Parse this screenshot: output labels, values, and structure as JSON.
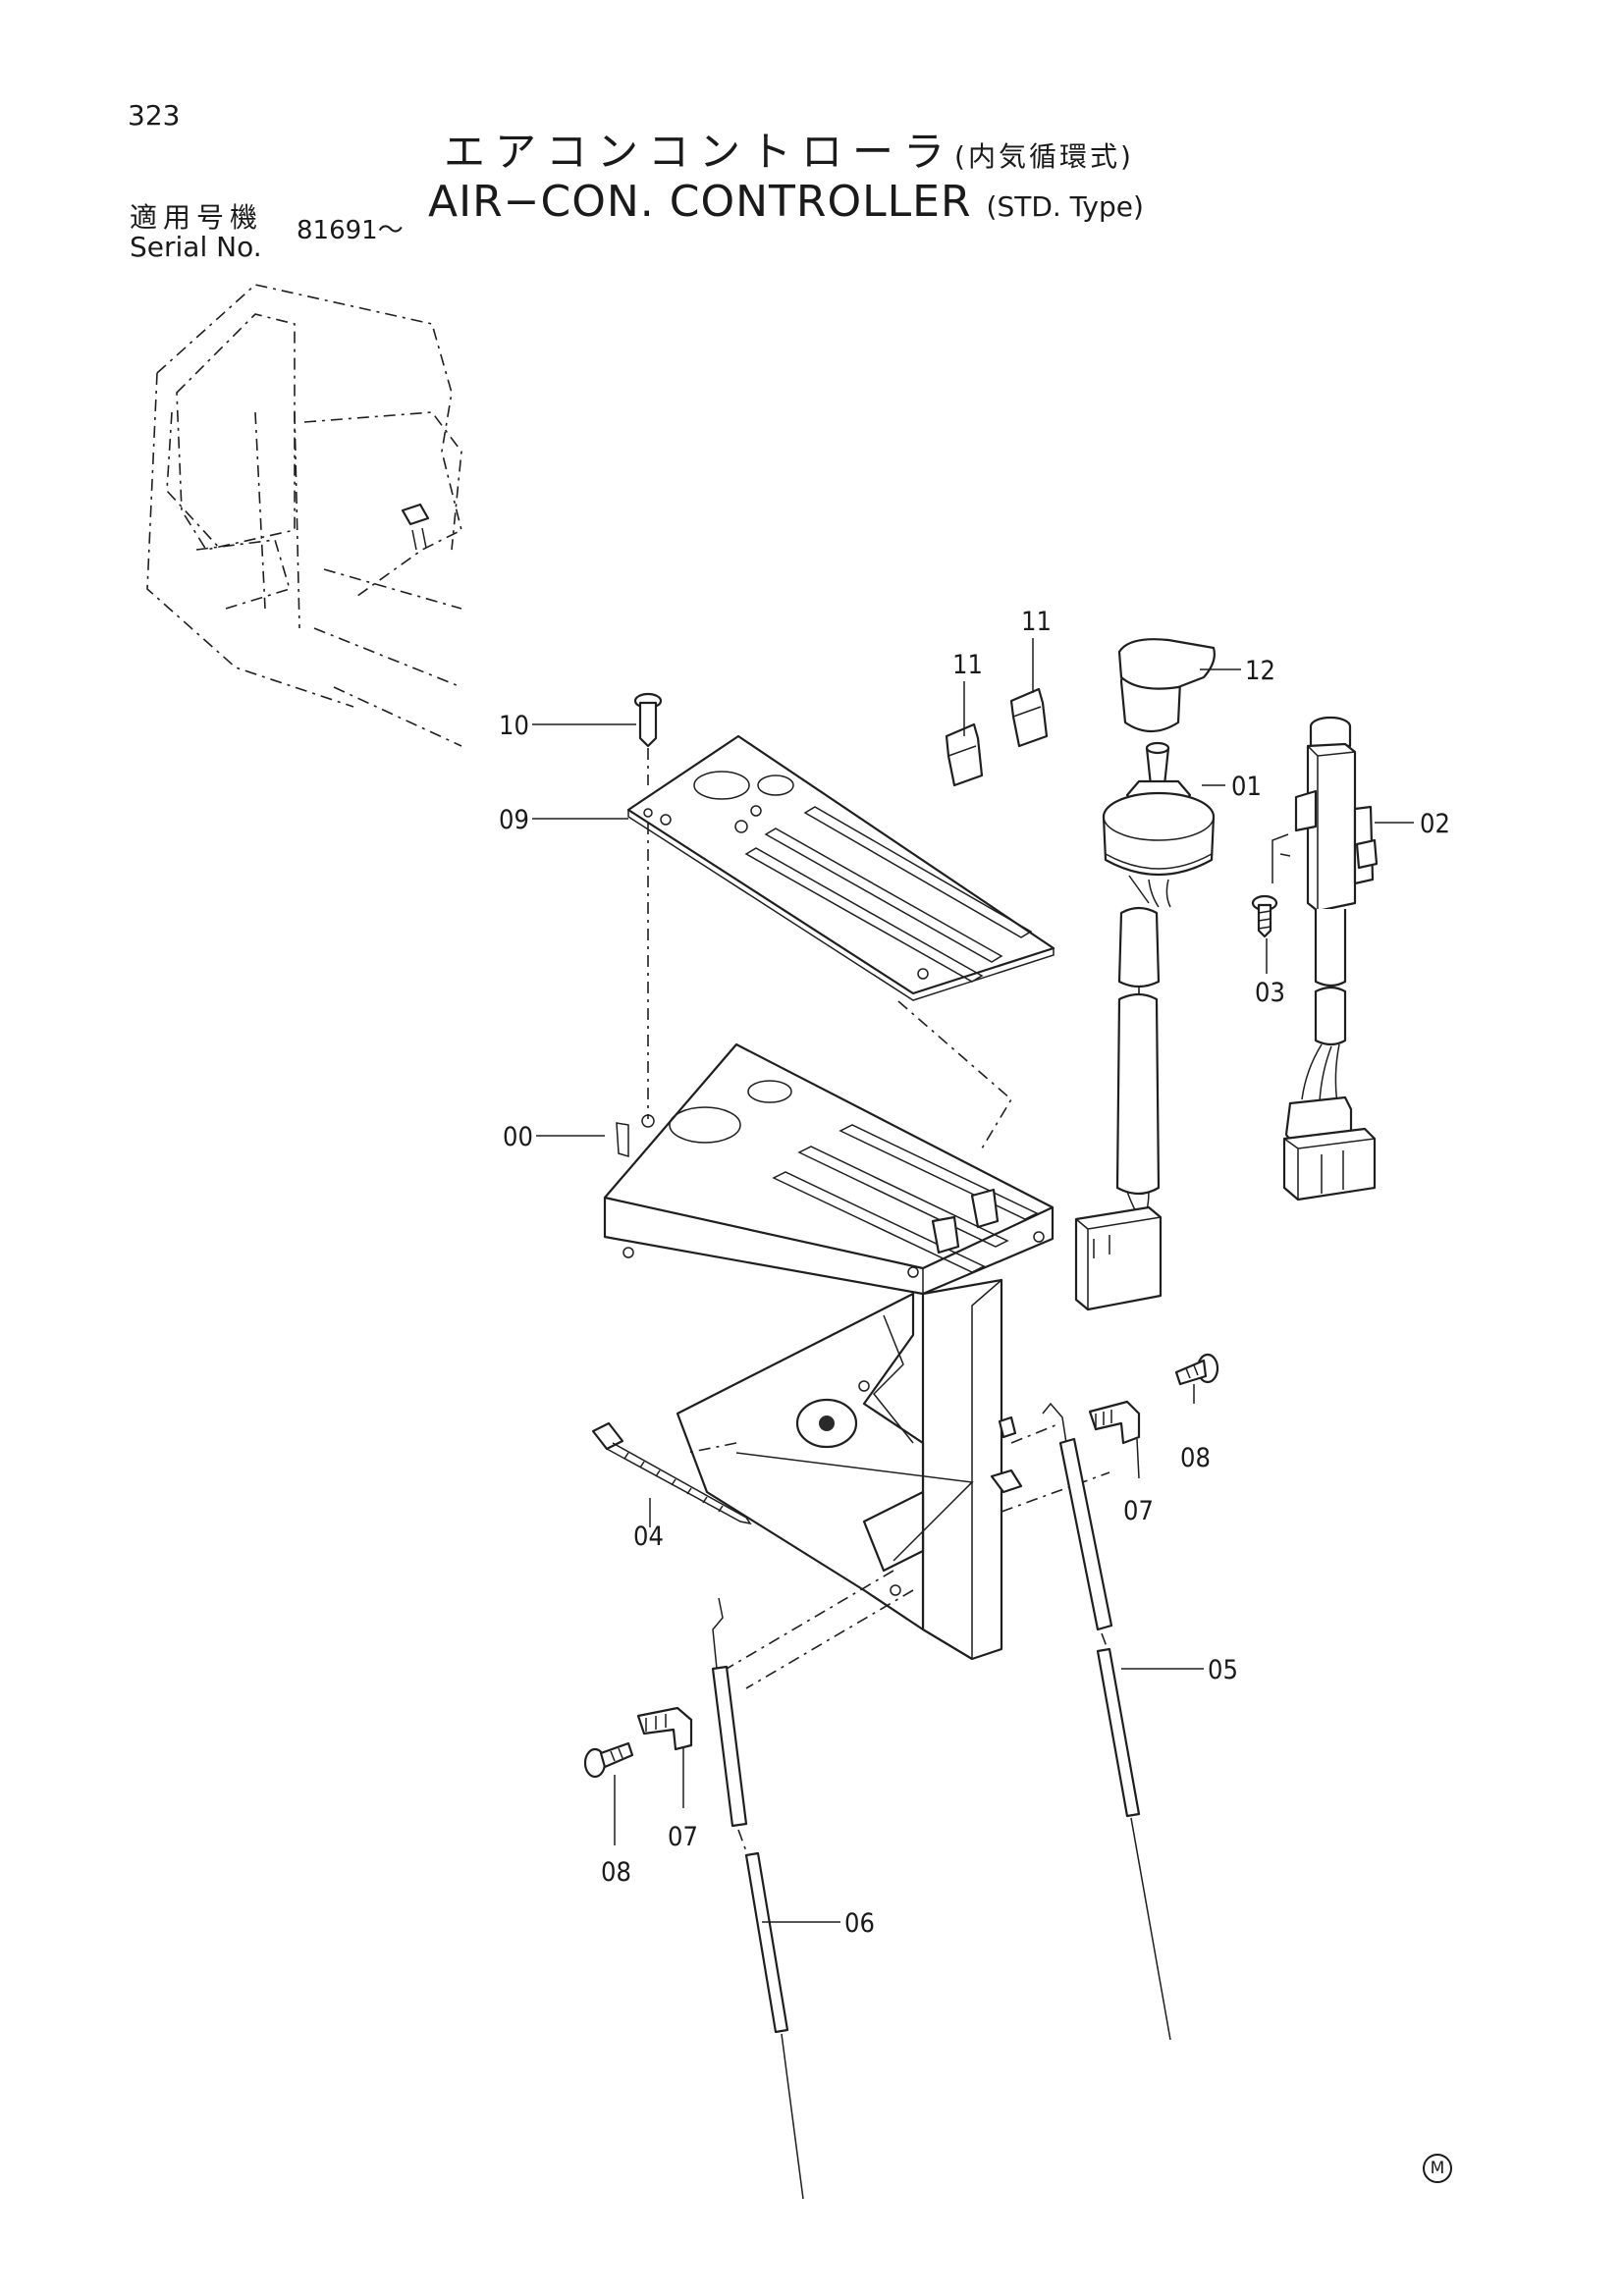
{
  "page_number": "323",
  "title": {
    "ja": "エアコンコントローラ",
    "ja_sub": "(内気循環式)",
    "en": "AIR−CON. CONTROLLER",
    "en_sub": "(STD. Type)"
  },
  "serial": {
    "label_ja": "適用号機",
    "label_en": "Serial No.",
    "value": "81691～"
  },
  "callouts": {
    "c00": "00",
    "c01": "01",
    "c02": "02",
    "c03": "03",
    "c04": "04",
    "c05": "05",
    "c06": "06",
    "c07a": "07",
    "c07b": "07",
    "c08a": "08",
    "c08b": "08",
    "c09": "09",
    "c10": "10",
    "c11a": "11",
    "c11b": "11",
    "c12": "12"
  },
  "mark": "M"
}
